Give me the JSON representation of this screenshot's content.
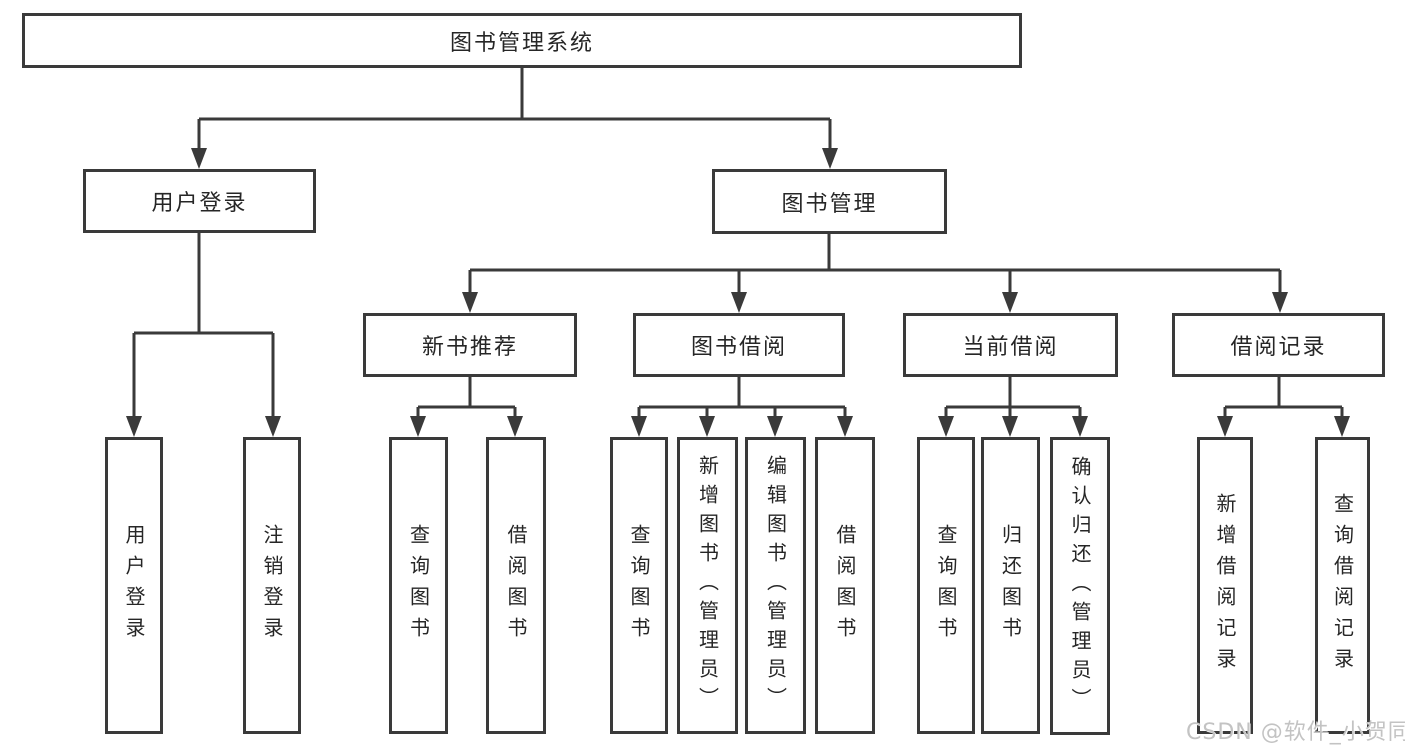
{
  "diagram": {
    "type": "hierarchy-tree",
    "title": "图书管理系统",
    "line_color": "#3a3a3a",
    "box_fill": "#ffffff",
    "text_color": "#262626",
    "nodes": {
      "root": "图书管理系统",
      "user_login": "用户登录",
      "book_management": "图书管理",
      "user_login_leaf": "用户登录",
      "logout_leaf": "注销登录",
      "new_book_recommend": "新书推荐",
      "book_borrowing": "图书借阅",
      "current_borrowing": "当前借阅",
      "borrowing_records": "借阅记录",
      "recommend_query_book": "查询图书",
      "recommend_borrow_book": "借阅图书",
      "borrowing_query_book": "查询图书",
      "borrowing_add_book": "新增图书（管理员）",
      "borrowing_edit_book": "编辑图书（管理员）",
      "borrowing_borrow_book": "借阅图书",
      "current_query_book": "查询图书",
      "current_return_book": "归还图书",
      "current_confirm_return": "确认归还（管理员）",
      "records_add_record": "新增借阅记录",
      "records_query_record": "查询借阅记录"
    },
    "structure": {
      "图书管理系统": {
        "用户登录": [
          "用户登录",
          "注销登录"
        ],
        "图书管理": {
          "新书推荐": [
            "查询图书",
            "借阅图书"
          ],
          "图书借阅": [
            "查询图书",
            "新增图书（管理员）",
            "编辑图书（管理员）",
            "借阅图书"
          ],
          "当前借阅": [
            "查询图书",
            "归还图书",
            "确认归还（管理员）"
          ],
          "借阅记录": [
            "新增借阅记录",
            "查询借阅记录"
          ]
        }
      }
    }
  },
  "watermark": {
    "text": "CSDN @软件_小贺同学",
    "color": "#c3c3c3"
  }
}
